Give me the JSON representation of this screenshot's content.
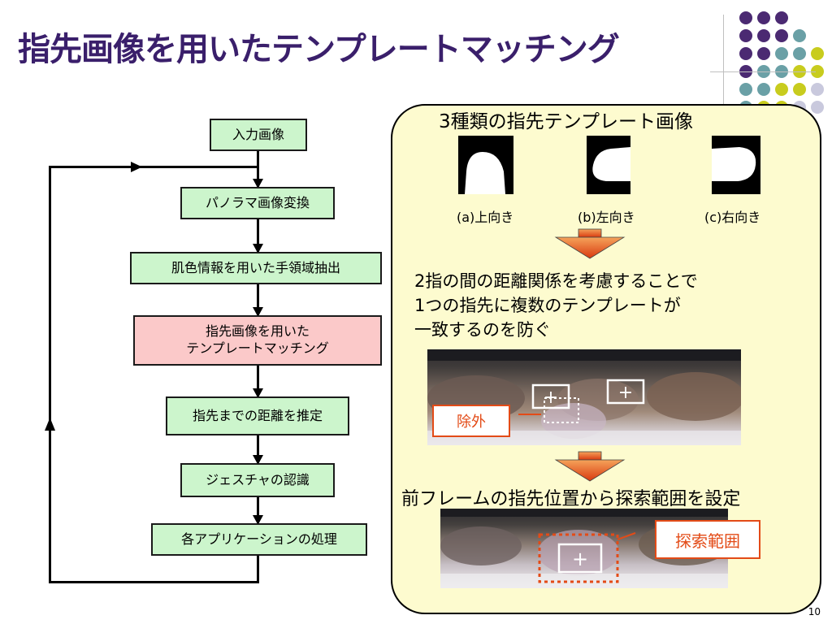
{
  "slide": {
    "title": "指先画像を用いたテンプレートマッチング",
    "page_number": "10"
  },
  "flowchart": {
    "steps": [
      "入力画像",
      "パノラマ画像変換",
      "肌色情報を用いた手領域抽出",
      "指先画像を用いた\nテンプレートマッチング",
      "指先までの距離を推定",
      "ジェスチャの認識",
      "各アプリケーションの処理"
    ]
  },
  "panel": {
    "heading": "3種類の指先テンプレート画像",
    "templates": [
      "(a)上向き",
      "(b)左向き",
      "(c)右向き"
    ],
    "explanation_lines": [
      "2指の間の距離関係を考慮することで",
      "1つの指先に複数のテンプレートが",
      "一致するのを防ぐ"
    ],
    "exclude_label": "除外",
    "search_caption": "前フレームの指先位置から探索範囲を設定",
    "search_label": "探索範囲",
    "plus_symbol": "+"
  },
  "colors": {
    "title": "#3a1f6b",
    "flow_box": "#ccf5cc",
    "highlight_box": "#fbc9c9",
    "panel_bg": "#fdfbcf",
    "accent": "#e34b17",
    "dot_purple": "#4b2a72",
    "dot_teal": "#6aa0a6",
    "dot_yellow": "#c8cc1e",
    "dot_gray": "#c9c9dd"
  }
}
